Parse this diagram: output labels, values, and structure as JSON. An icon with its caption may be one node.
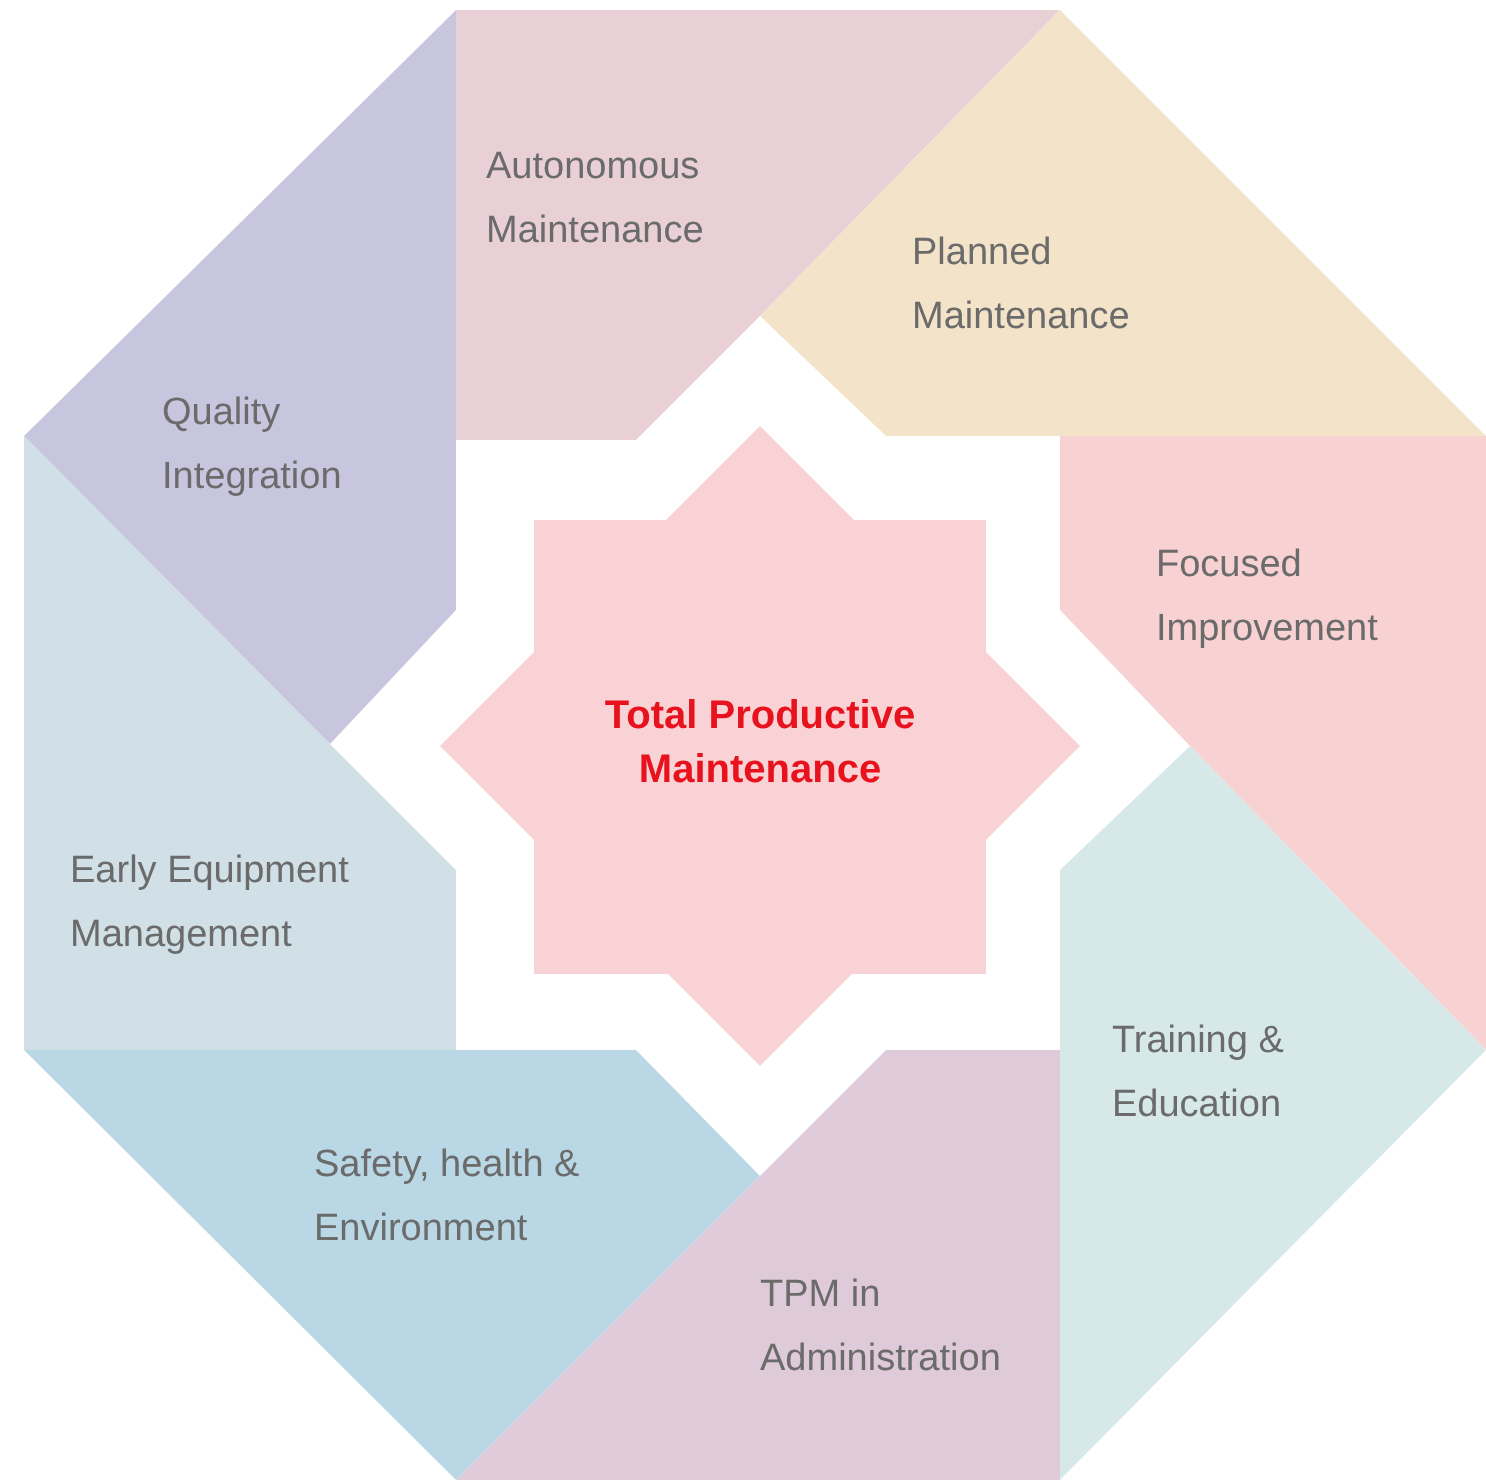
{
  "diagram": {
    "nodes": [
      {
        "text": [
          "Autonomous Maintenance"
        ]
      },
      {
        "text": [
          "Planned Maintenance"
        ]
      },
      {
        "text": [
          "Focused Improvement"
        ]
      },
      {
        "text": [
          "Training & Education"
        ]
      },
      {
        "text": [
          "TPM in Administration"
        ]
      },
      {
        "text": [
          "Safety, health & Environment"
        ]
      },
      {
        "text": [
          "Early Equipment Management"
        ]
      },
      {
        "text": [
          "Quality Integration"
        ]
      },
      {
        "text": [
          "Total Productive Maintenance"
        ]
      }
    ]
  }
}
